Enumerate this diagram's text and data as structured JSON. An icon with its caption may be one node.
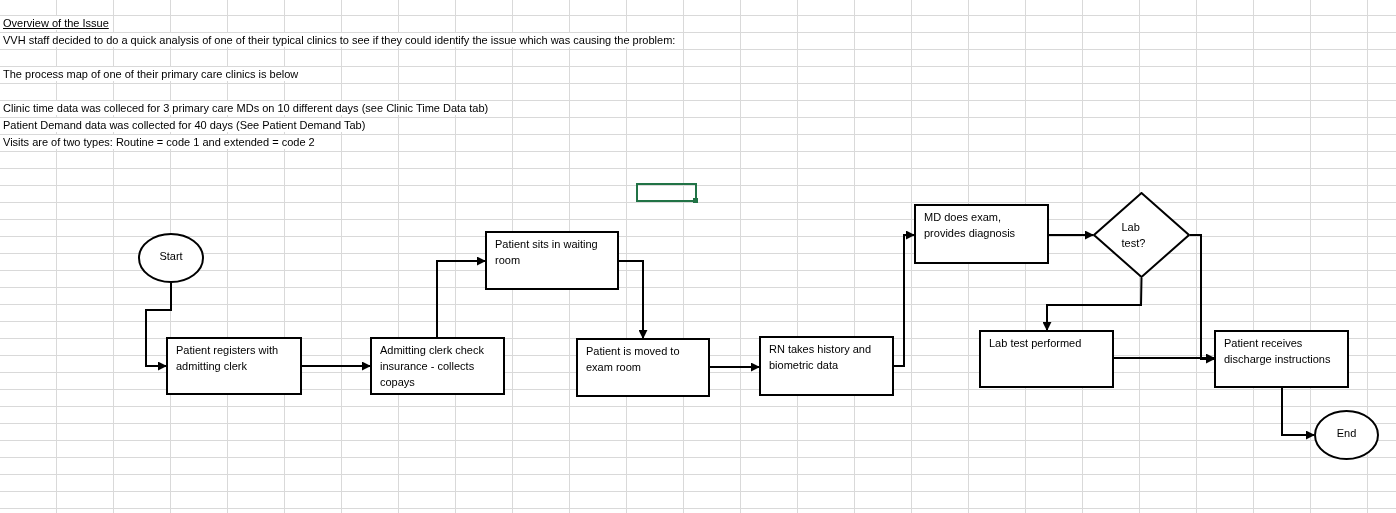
{
  "diagram": {
    "title": "Overview of the Issue",
    "nodes": [
      {
        "text": [
          "Start"
        ]
      },
      {
        "text": [
          "Patient registers with admitting clerk"
        ]
      },
      {
        "text": [
          "Admitting clerk check insurance - collects copays"
        ]
      },
      {
        "text": [
          "Patient sits in waiting room"
        ]
      },
      {
        "text": [
          "Patient  is moved to exam room"
        ]
      },
      {
        "text": [
          "RN takes history and biometric data"
        ]
      },
      {
        "text": [
          "MD does exam, provides diagnosis"
        ]
      },
      {
        "text": [
          "Lab test?"
        ]
      },
      {
        "text": [
          "Lab test performed"
        ]
      },
      {
        "text": [
          "Patient receives discharge instructions"
        ]
      },
      {
        "text": [
          "End"
        ]
      }
    ],
    "edges": [
      {
        "from": 0,
        "to": 1,
        "arrow": "to"
      },
      {
        "from": 1,
        "to": 2,
        "arrow": "to"
      },
      {
        "from": 2,
        "to": 3,
        "arrow": "to"
      },
      {
        "from": 3,
        "to": 4,
        "arrow": "to"
      },
      {
        "from": 4,
        "to": 5,
        "arrow": "to"
      },
      {
        "from": 5,
        "to": 6,
        "arrow": "to"
      },
      {
        "from": 6,
        "to": 7,
        "arrow": "to"
      },
      {
        "from": 7,
        "to": 8,
        "arrow": "to"
      },
      {
        "from": 7,
        "to": 9,
        "arrow": "to"
      },
      {
        "from": 8,
        "to": 9,
        "arrow": "to"
      },
      {
        "from": 9,
        "to": 10,
        "arrow": "to"
      }
    ],
    "labels": [
      "VVH staff decided to do a quick analysis of one of their typical clinics to see if they could identify the issue which was causing the problem:",
      "The process map of one of their primary care clinics is below",
      "Clinic time data was colleced  for 3  primary care MDs on 10 different days (see Clinic Time Data tab)",
      "Patient Demand data was collected for 40 days (See Patient Demand Tab)",
      "Visits are of two types:  Routine = code 1 and extended = code 2"
    ]
  }
}
